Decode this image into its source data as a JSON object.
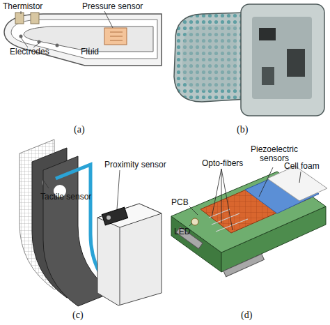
{
  "diagram": {
    "labels": [
      "Thermistor",
      "Pressure sensor",
      "Electrodes",
      "Fluid",
      "(a)",
      "(b)",
      "Tactile sensor",
      "Proximity sensor",
      "(c)",
      "Opto-fibers",
      "Piezoelectric sensors",
      "Cell foam",
      "PCB",
      "LED",
      "(d)"
    ]
  }
}
